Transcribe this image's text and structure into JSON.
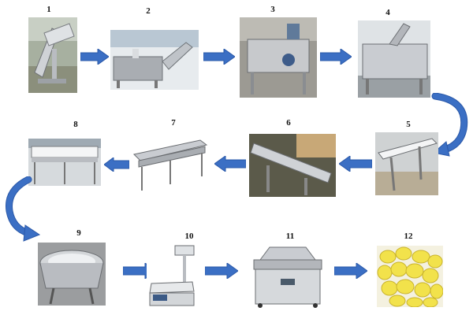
{
  "steps": [
    {
      "number": "1"
    },
    {
      "number": "2"
    },
    {
      "number": "3"
    },
    {
      "number": "4"
    },
    {
      "number": "5"
    },
    {
      "number": "6"
    },
    {
      "number": "7"
    },
    {
      "number": "8"
    },
    {
      "number": "9"
    },
    {
      "number": "10"
    },
    {
      "number": "11"
    },
    {
      "number": "12"
    }
  ],
  "colors": {
    "arrow_fill": "#3b6fc4",
    "arrow_edge": "#2a58a8",
    "steel": "#c9ccd1",
    "potato_yellow": "#f2e24b"
  }
}
